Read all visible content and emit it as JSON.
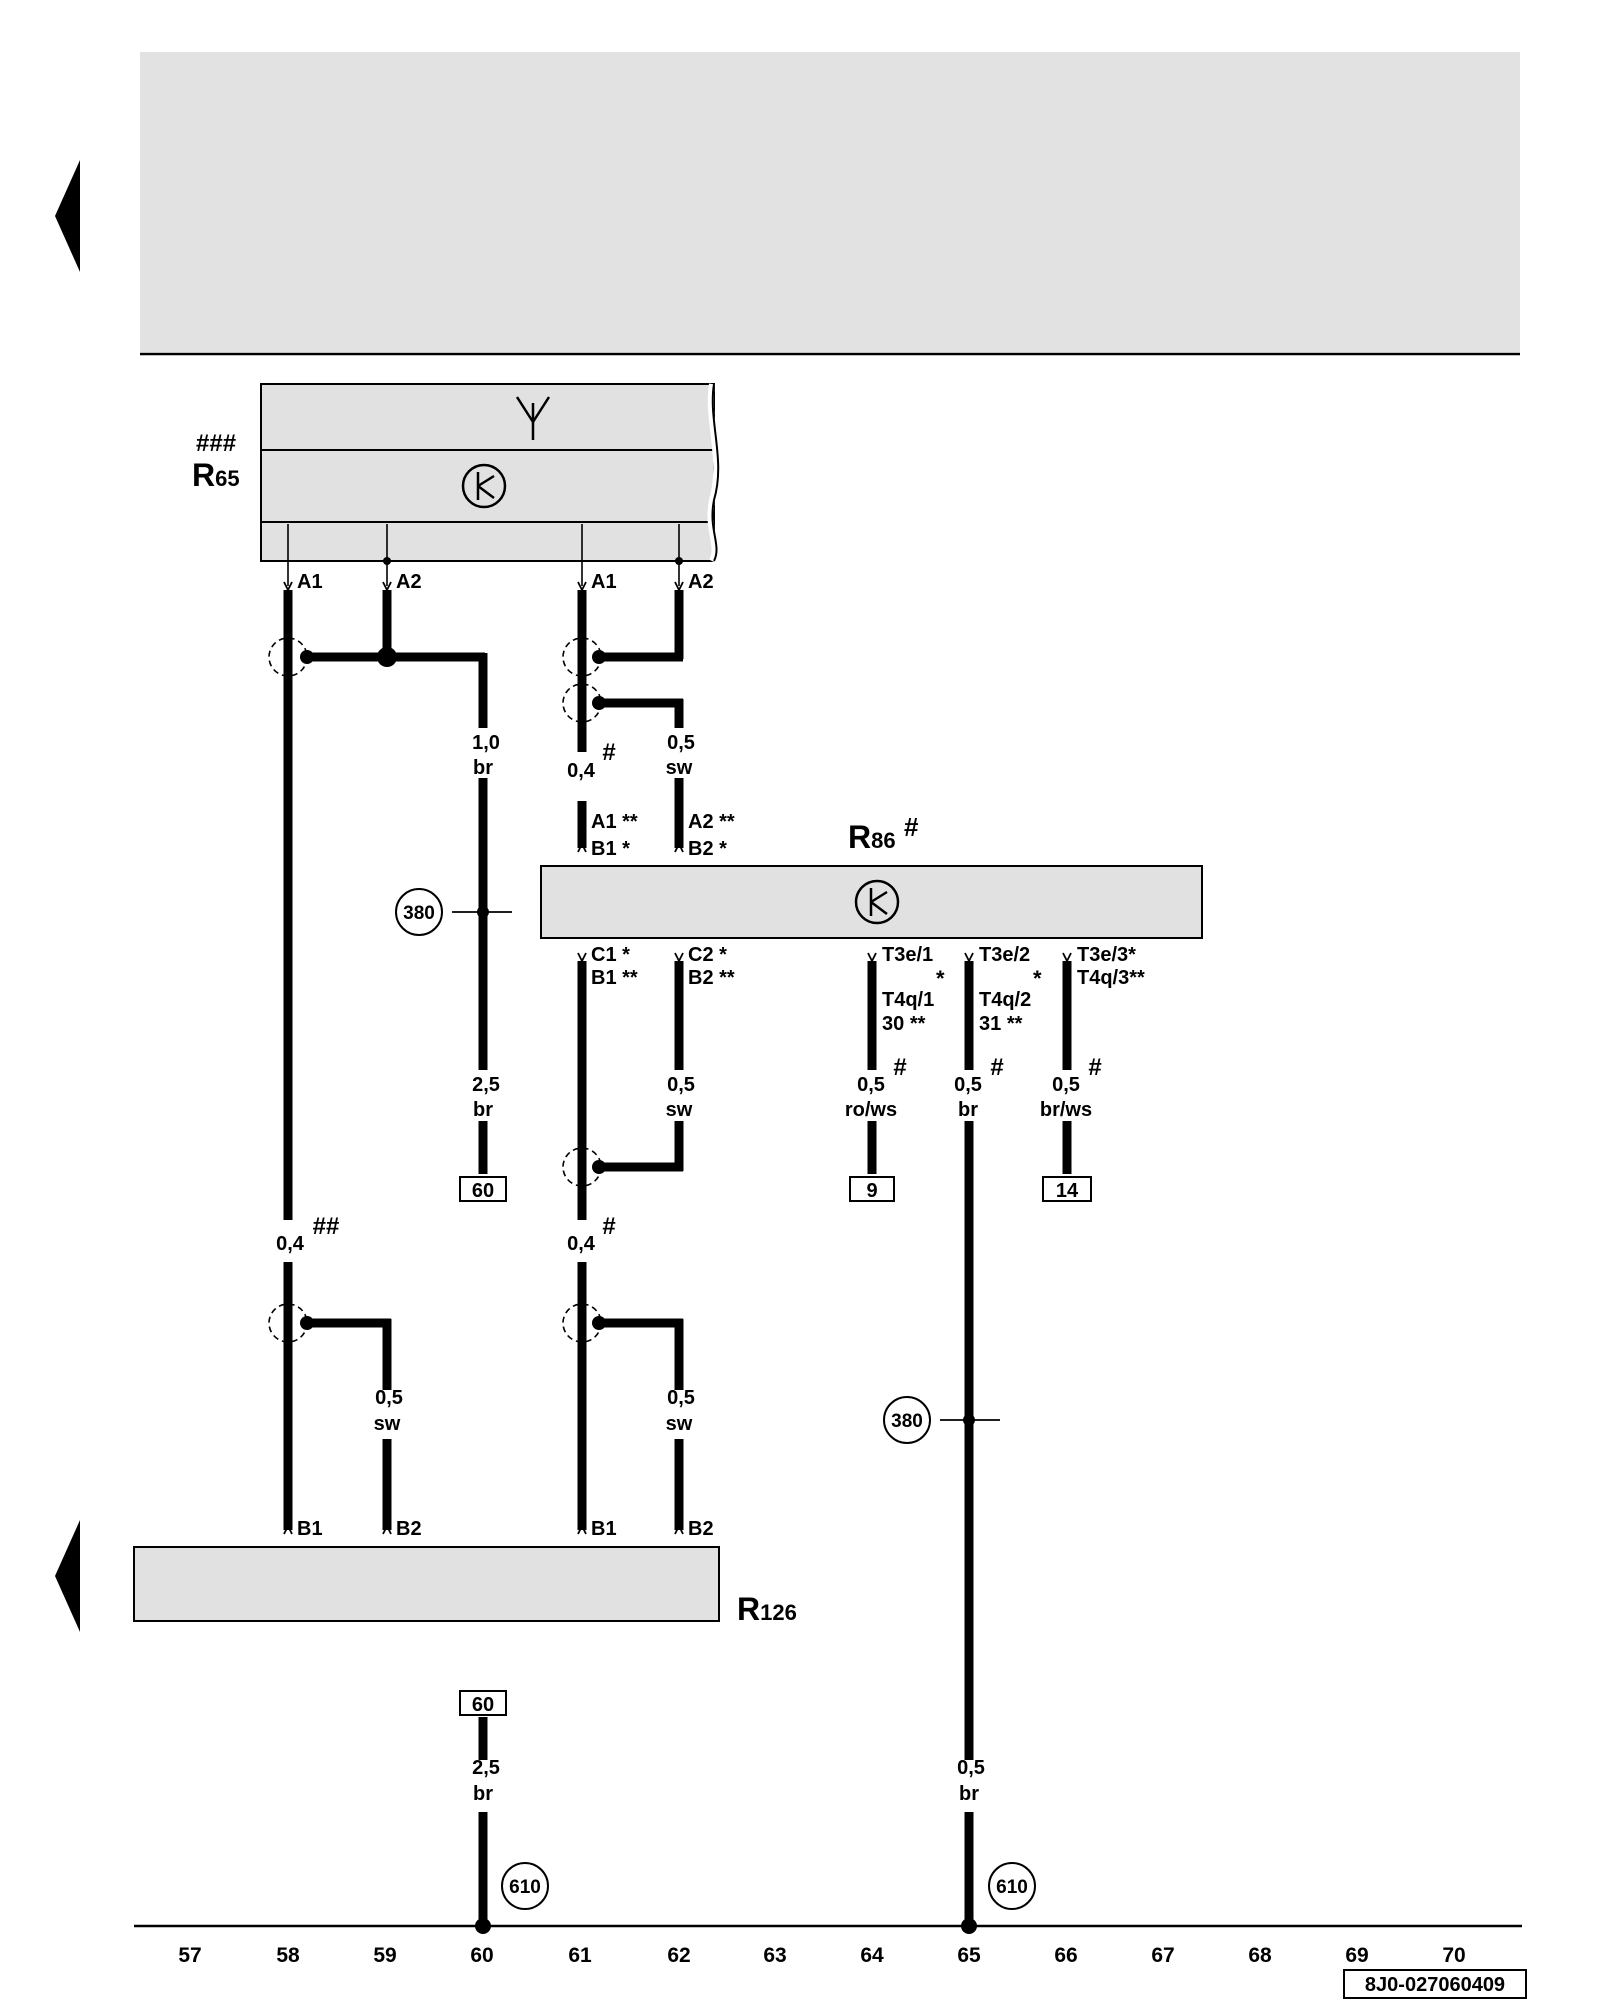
{
  "components": {
    "r65": {
      "label": "R",
      "sub": "65",
      "marker": "###",
      "pins": [
        "A1",
        "A2",
        "A1",
        "A2"
      ]
    },
    "r86": {
      "label": "R",
      "sub": "86",
      "marker": "#",
      "top_pins": [
        [
          "A1",
          "**"
        ],
        [
          "B1",
          "*"
        ],
        [
          "A2",
          "**"
        ],
        [
          "B2",
          "*"
        ]
      ],
      "bottom_pins": [
        [
          "C1",
          "*"
        ],
        [
          "B1",
          "**"
        ],
        [
          "C2",
          "*"
        ],
        [
          "B2",
          "**"
        ]
      ],
      "pins_right": [
        "T3e/1",
        "T4q/1",
        "30",
        "**",
        "T3e/2",
        "T4q/2",
        "31",
        "**",
        "T3e/3",
        "*",
        "T4q/3",
        "**",
        "*",
        "*"
      ]
    },
    "r126": {
      "label": "R",
      "sub": "126",
      "pins": [
        "B1",
        "B2",
        "B1",
        "B2"
      ]
    }
  },
  "wires": {
    "w1": {
      "size": "1,0",
      "color": "br"
    },
    "w2": {
      "size": "0,4",
      "marker": "#"
    },
    "w3": {
      "size": "0,5",
      "color": "sw"
    },
    "w4": {
      "size": "2,5",
      "color": "br"
    },
    "w5": {
      "size": "0,5",
      "color": "sw"
    },
    "w6": {
      "size": "0,5",
      "marker": "#",
      "color": "ro/ws"
    },
    "w7": {
      "size": "0,5",
      "marker": "#",
      "color": "br"
    },
    "w8": {
      "size": "0,5",
      "marker": "#",
      "color": "br/ws"
    },
    "w9": {
      "size": "0,4",
      "marker": "##"
    },
    "w10": {
      "size": "0,4",
      "marker": "#"
    },
    "w11": {
      "size": "0,5",
      "color": "sw"
    },
    "w12": {
      "size": "0,5",
      "color": "sw"
    },
    "w13": {
      "size": "2,5",
      "color": "br"
    },
    "w14": {
      "size": "0,5",
      "color": "br"
    }
  },
  "connectors": [
    "60",
    "9",
    "14",
    "60"
  ],
  "grounds": [
    "380",
    "380",
    "610",
    "610"
  ],
  "grid": [
    "57",
    "58",
    "59",
    "60",
    "61",
    "62",
    "63",
    "64",
    "65",
    "66",
    "67",
    "68",
    "69",
    "70"
  ],
  "doc_id": "8J0-027060409",
  "icons": {
    "antenna": "antenna-icon",
    "amplifier": "amplifier-icon",
    "page_arrow": "triangle-left-icon"
  }
}
